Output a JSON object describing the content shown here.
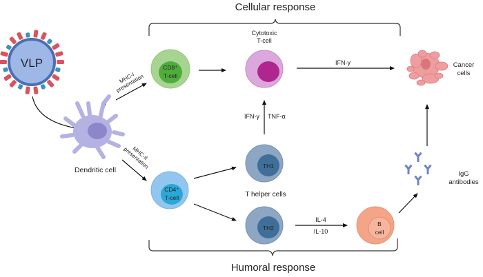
{
  "title_top": "Cellular response",
  "title_bottom": "Humoral response",
  "nodes": {
    "vlp": {
      "label": "VLP"
    },
    "dendritic": {
      "label": "Dendritic cell"
    },
    "cd8": {
      "label_line1": "CD8⁺",
      "label_line2": "T-cell"
    },
    "cytotoxic": {
      "caption_line1": "Cytotoxic",
      "caption_line2": "T-cell"
    },
    "cancer": {
      "label_line1": "Cancer",
      "label_line2": "cells"
    },
    "cd4": {
      "label_line1": "CD4⁺",
      "label_line2": "T-cell"
    },
    "th1": {
      "label": "TH1"
    },
    "th2": {
      "label": "TH2"
    },
    "thelper": {
      "caption": "T helper cells"
    },
    "bcell": {
      "label_line1": "B",
      "label_line2": "cell"
    },
    "igg": {
      "label_line1": "IgG",
      "label_line2": "antibodies"
    }
  },
  "edges": {
    "mhc1": {
      "line1": "MHC-I",
      "line2": "presentation"
    },
    "mhc2": {
      "line1": "MHC-II",
      "line2": "presentation"
    },
    "ifn_cancer": {
      "label": "IFN-γ"
    },
    "th1_up_left": {
      "label": "IFN-γ"
    },
    "th1_up_right": {
      "label": "TNF-α"
    },
    "il4": {
      "label": "IL-4"
    },
    "il10": {
      "label": "IL-10"
    }
  },
  "colors": {
    "vlp_fill": "#9db8e6",
    "vlp_ring": "#4b6fb0",
    "spike_red": "#d9545e",
    "spike_blue": "#3d8fc4",
    "dendritic": "#b4b1e3",
    "dendritic_nucleus": "#8d87c9",
    "cd8_outer": "#a8d492",
    "cd8_inner": "#4fad3c",
    "cytotoxic_outer": "#dca7dc",
    "cytotoxic_inner": "#b0268f",
    "cd4_outer": "#92c6ef",
    "cd4_inner": "#2aa8d6",
    "th_outer": "#8ca6c4",
    "th_inner": "#3f6f99",
    "bcell": "#f4a587",
    "cancer": "#ef9ea0",
    "antibody": "#6f83c7"
  }
}
